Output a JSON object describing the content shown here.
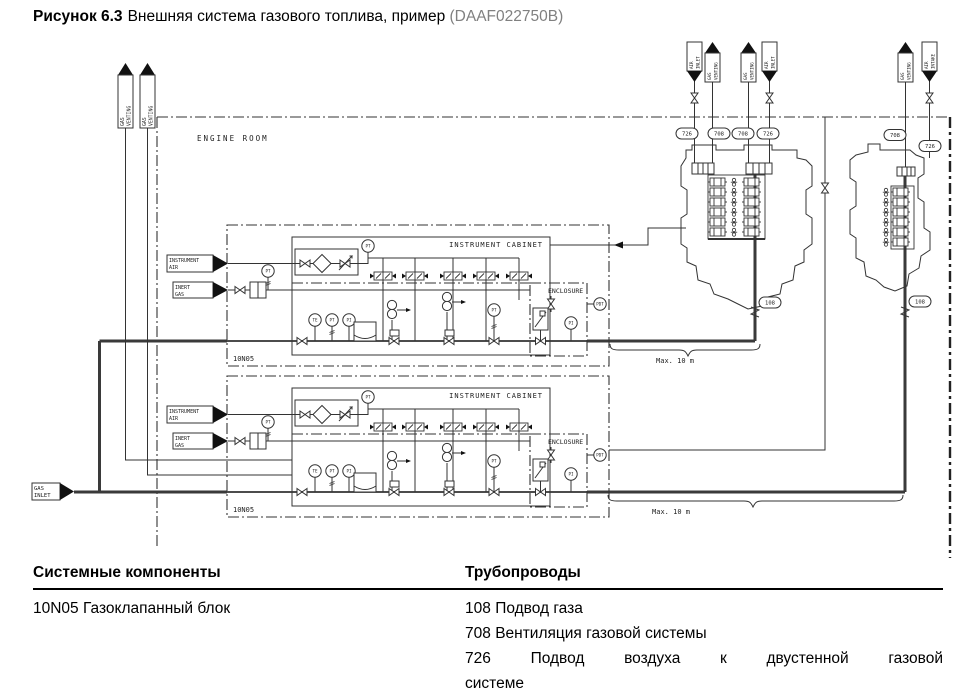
{
  "figure": {
    "label": "Рисунок 6.3",
    "title": "Внешняя система газового топлива, пример",
    "code": "(DAAF022750B)"
  },
  "diagram": {
    "engine_room": "ENGINE ROOM",
    "instrument_cabinet": "INSTRUMENT CABINET",
    "enclosure": "ENCLOSURE",
    "valve_unit_tag": "10N05",
    "max_distance": "Max. 10 m",
    "flags": {
      "gas": "GAS",
      "venting": "VENTING",
      "air": "AIR",
      "inlet": "INLET",
      "intake": "INTAKE",
      "instrument": "INSTRUMENT",
      "inert": "INERT"
    },
    "pipe_numbers": {
      "gas_supply": "108",
      "gas_venting": "708",
      "air_supply": "726"
    },
    "instruments": {
      "pt": "PT",
      "te": "TE",
      "pi": "PI",
      "pdt": "PDT"
    }
  },
  "legend": {
    "col_components": "Системные компоненты",
    "col_pipes": "Трубопроводы",
    "components": [
      {
        "code": "10N05",
        "name": "Газоклапанный блок"
      }
    ],
    "pipes": [
      {
        "code": "108",
        "name": "Подвод газа"
      },
      {
        "code": "708",
        "name": "Вентиляция газовой системы"
      },
      {
        "code": "726",
        "name": "Подвод воздуха к двустенной газовой системе",
        "name_line1": "Подвод воздуха к двустенной газовой",
        "name_line2": "системе"
      }
    ]
  }
}
